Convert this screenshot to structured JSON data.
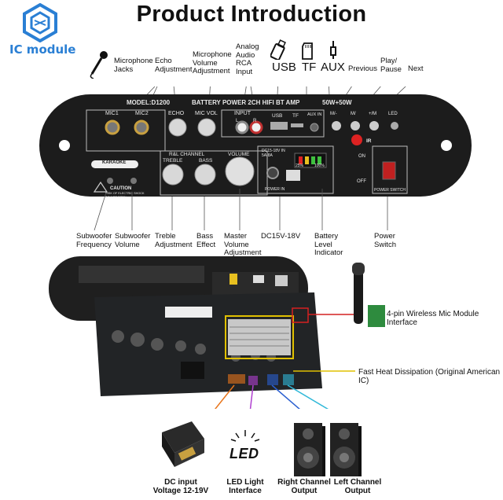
{
  "title": "Product Introduction",
  "brand": {
    "text": "IC module",
    "icon": "hexagon-logo-icon",
    "color": "#2a7fd4"
  },
  "top_labels": {
    "microphone_jacks": "Microphone\nJacks",
    "echo_adjustment": "Echo\nAdjustment",
    "mic_volume": "Microphone\nVolume\nAdjustment",
    "analog_input": "Analog\nAudio\nRCA\nInput",
    "usb": "USB",
    "tf": "TF",
    "aux": "AUX",
    "previous": "Previous",
    "play_pause": "Play/\nPause",
    "next": "Next"
  },
  "bottom_panel_labels": {
    "sub_freq": "Subwoofer\nFrequency",
    "sub_vol": "Subwoofer\nVolume",
    "treble": "Treble\nAdjustment",
    "bass": "Bass\nEffect",
    "master": "Master\nVolume\nAdjustment",
    "dc": "DC15V-18V",
    "battery": "Battery\nLevel\nIndicator",
    "power": "Power\nSwitch"
  },
  "panel": {
    "model": "MODEL:D1200",
    "header": "BATTERY POWER 2CH HIFI BT AMP",
    "power_rating": "50W+50W",
    "mic1": "MIC1",
    "mic2": "MIC2",
    "echo": "ECHO",
    "mic_vol": "MIC VOL",
    "input": "INPUT",
    "input_l": "L",
    "input_r": "R",
    "usb": "USB",
    "tf": "TF",
    "aux_in": "AUX IN",
    "m_minus": "M/-",
    "m_play": "M/",
    "m_plus": "+/M",
    "led": "LED",
    "ir": "IR",
    "karaoke": "KARAOKE",
    "rl_channel": "R&L CHANNEL",
    "treble": "TREBLE",
    "bass": "BASS",
    "volume": "VOLUME",
    "dc_spec": "DC15-18V IN\n5A-8A",
    "power_in": "POWER IN",
    "pct_25": "25%",
    "pct_100": "100%",
    "on": "ON",
    "off": "OFF",
    "power_switch": "POWER SWITCH",
    "caution": "CAUTION",
    "caution_sub": "RISK OF ELECTRIC SHOCK\nDO NOT OPEN"
  },
  "pcb_labels": {
    "wireless": "4-pin Wireless Mic Module Interface",
    "heat": "Fast Heat Dissipation (Original American IC)"
  },
  "bottom_labels": {
    "dc_input": "DC input\nVoltage 12-19V",
    "led_light": "LED Light\nInterface",
    "right_channel": "Right Channel\nOutput",
    "left_channel": "Left Channel\nOutput",
    "led_text": "LED"
  },
  "colors": {
    "panel": "#1c1c1c",
    "pcb": "#222426",
    "red_line": "#d42020",
    "yellow_line": "#e0c000",
    "orange_line": "#e8741a",
    "purple_line": "#b040d0",
    "blue_line": "#2a5fd0",
    "cyan_line": "#30b8d8"
  }
}
